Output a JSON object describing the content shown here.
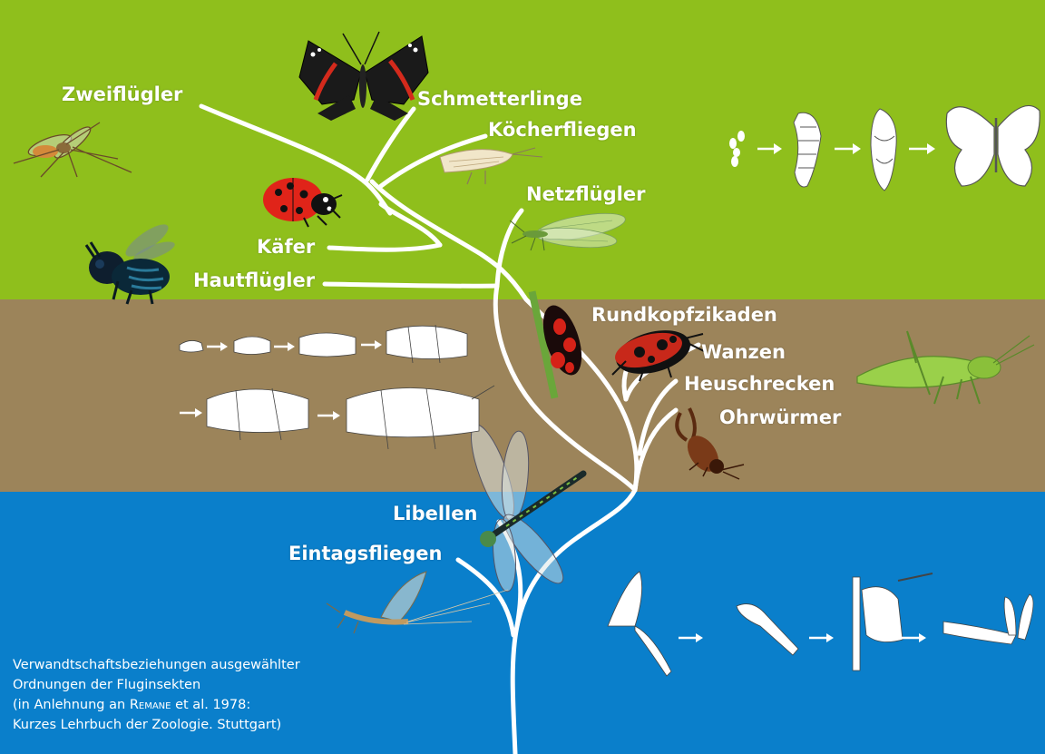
{
  "colors": {
    "top_band": "#8fbf1c",
    "middle_band": "#9c845a",
    "bottom_band": "#0a7fcb",
    "tree": "#ffffff"
  },
  "labels": {
    "zweifluegler": "Zweiflügler",
    "schmetterlinge": "Schmetterlinge",
    "koecherfliegen": "Köcherfliegen",
    "netzfluegler": "Netzflügler",
    "kaefer": "Käfer",
    "hautfluegler": "Hautflügler",
    "rundkopfzikaden": "Rundkopfzikaden",
    "wanzen": "Wanzen",
    "heuschrecken": "Heuschrecken",
    "ohrwuermer": "Ohrwürmer",
    "libellen": "Libellen",
    "eintagsfliegen": "Eintagsfliegen"
  },
  "caption": {
    "line1": "Verwandtschaftsbeziehungen ausgewählter",
    "line2": "Ordnungen der Fluginsekten",
    "line3_before": "(in Anlehnung an ",
    "line3_author": "Remane",
    "line3_after": " et al. 1978:",
    "line4": "Kurzes Lehrbuch der Zoologie. Stuttgart)"
  },
  "icons": [
    "butterfly-icon",
    "mosquito-icon",
    "ladybug-icon",
    "bee-icon",
    "caddisfly-icon",
    "lacewing-icon",
    "bug-icon",
    "firebug-icon",
    "grasshopper-icon",
    "earwig-icon",
    "dragonfly-icon",
    "mayfly-icon",
    "arrow-icon"
  ]
}
